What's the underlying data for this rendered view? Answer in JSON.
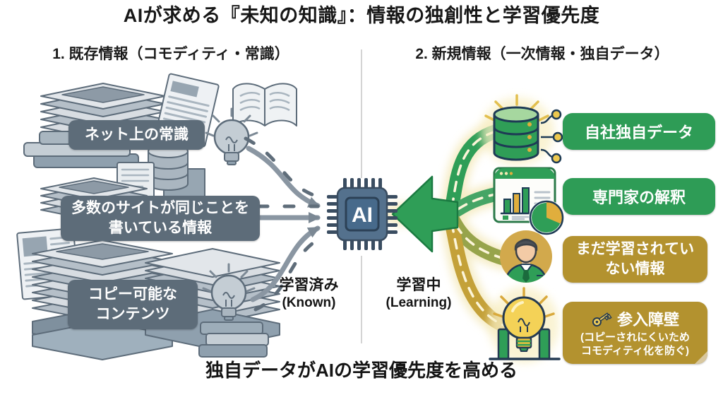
{
  "title": "AIが求める『未知の知識』：情報の独創性と学習優先度",
  "left": {
    "heading": "1. 既存情報（コモディティ・常識）",
    "label_net": "ネット上の常識",
    "label_sites_1": "多数のサイトが同じことを",
    "label_sites_2": "書いている情報",
    "label_copy_1": "コピー可能な",
    "label_copy_2": "コンテンツ",
    "status": "学習済み",
    "status_en": "(Known)"
  },
  "center": {
    "chip": "AI"
  },
  "right": {
    "heading": "2. 新規情報（一次情報・独自データ）",
    "box_own_data": "自社独自データ",
    "box_expert": "専門家の解釈",
    "box_unlearned_1": "まだ学習されてい",
    "box_unlearned_2": "ない情報",
    "box_barrier_title": "参入障壁",
    "box_barrier_sub1": "(コピーされにくいため",
    "box_barrier_sub2": "コモディティ化を防ぐ)",
    "status": "学習中",
    "status_en": "(Learning)"
  },
  "footer": "独自データがAIの学習優先度を高める",
  "icons": {
    "left": [
      "newspaper-stack-icon",
      "tilted-newspaper-icon",
      "open-book-icon",
      "book-pile-icon",
      "folder-icon",
      "gray-database-icon",
      "document-icon",
      "gray-idea-bulb-icon"
    ],
    "center": [
      "ai-chip-icon"
    ],
    "right": [
      "green-database-icon",
      "analytics-chart-icon",
      "expert-avatar-icon",
      "barrier-lightbulb-icon",
      "key-icon"
    ]
  },
  "colors": {
    "green_box": "#2e9c56",
    "gold_box": "#b3922f",
    "gray_label": "#5d6c79",
    "chip_body": "#54718d",
    "chip_pin": "#3a4d61",
    "green_arrow": "#2f9e57",
    "gold_road": "#c4a139",
    "gray_arrow": "#8a96a2",
    "divider": "#d4d4d4"
  }
}
